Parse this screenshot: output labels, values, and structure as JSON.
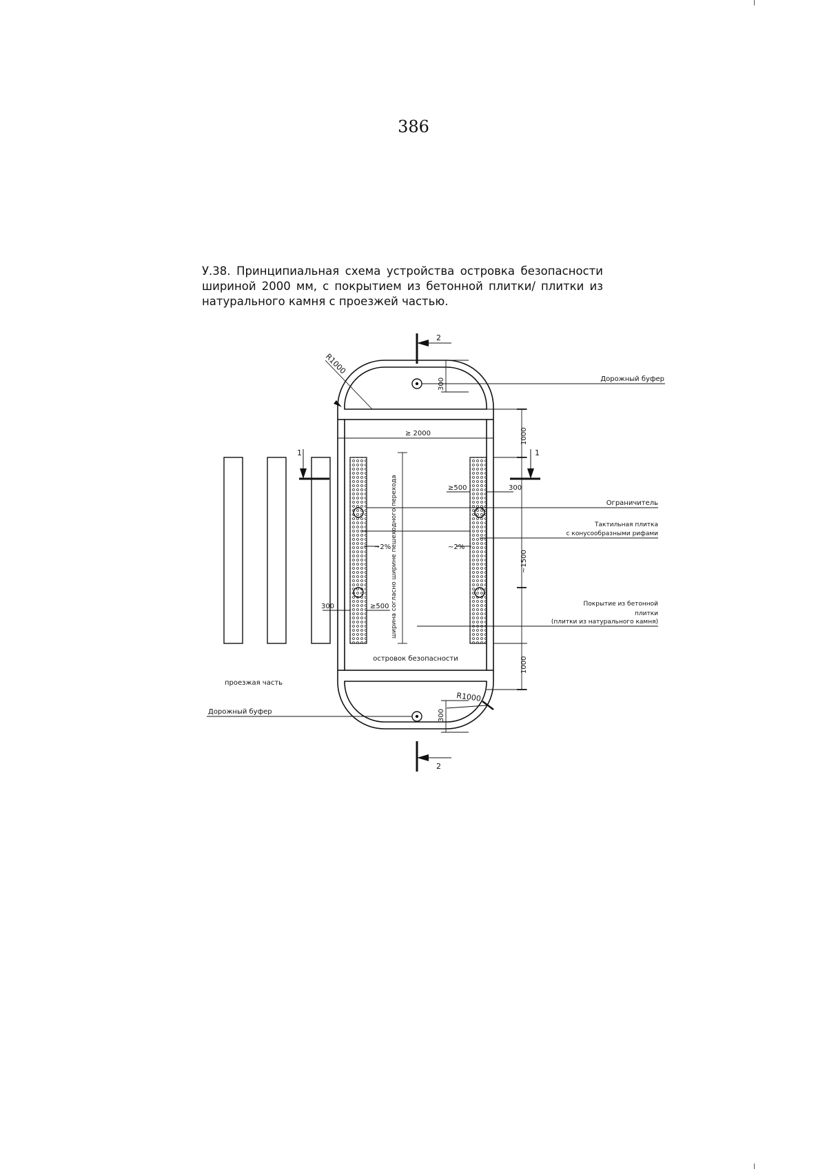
{
  "page": {
    "number": "386"
  },
  "caption": {
    "lines": [
      "У.38. Принципиальная схема устройства островка безопасности",
      "шириной 2000 мм, с покрытием из бетонной плитки/ плитки из",
      "натурального камня с проезжей частью."
    ]
  },
  "diagram": {
    "labels": {
      "road_buffer_top": "Дорожный буфер",
      "road_buffer_bottom": "Дорожный буфер",
      "limiter": "Ограничитель",
      "tactile_line1": "Тактильная плитка",
      "tactile_line2": "с конусообразными рифами",
      "coating_line1": "Покрытие из бетонной",
      "coating_line2": "плитки",
      "coating_line3": "(плитки из натурального камня)",
      "island": "островок безопасности",
      "carriageway": "проезжая часть",
      "crossing_width": "ширина согласно ширине пешеходного перехода"
    },
    "dimensions": {
      "radius_top": "R1000",
      "radius_bottom": "R1000",
      "width": "≥ 2000",
      "buffer_top": "300",
      "buffer_bottom": "300",
      "end_zone_top": "1000",
      "end_zone_bottom": "1000",
      "tactile_length": "~1500",
      "gap_right": "≥500",
      "offset_right": "300",
      "offset_left": "300",
      "gap_left": "≥500",
      "slope_left": "~2%",
      "slope_right": "~2%"
    },
    "section_marks": {
      "section_2_top": "2",
      "section_2_bottom": "2",
      "section_1_left": "1",
      "section_1_right": "1"
    }
  }
}
